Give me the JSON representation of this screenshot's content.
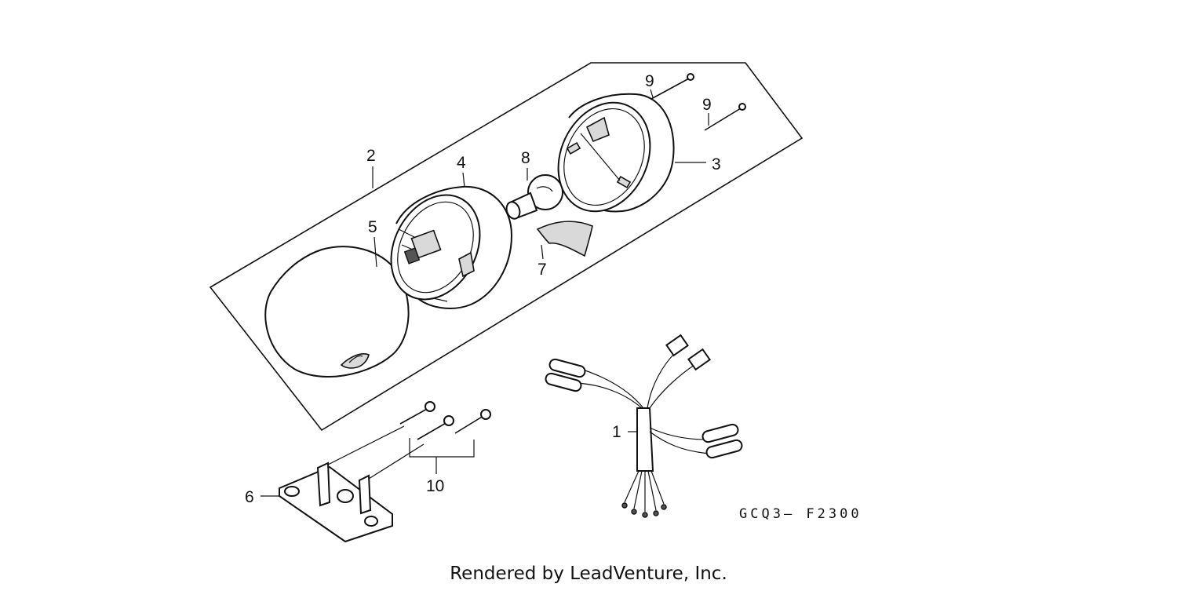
{
  "diagram": {
    "callouts": [
      {
        "id": "1",
        "label": "1"
      },
      {
        "id": "2",
        "label": "2"
      },
      {
        "id": "3",
        "label": "3"
      },
      {
        "id": "4",
        "label": "4"
      },
      {
        "id": "5",
        "label": "5"
      },
      {
        "id": "6",
        "label": "6"
      },
      {
        "id": "7",
        "label": "7"
      },
      {
        "id": "8",
        "label": "8"
      },
      {
        "id": "9a",
        "label": "9"
      },
      {
        "id": "9b",
        "label": "9"
      },
      {
        "id": "10",
        "label": "10"
      }
    ],
    "diagram_code": "GCQ3– F2300",
    "footer": "Rendered by LeadVenture, Inc."
  }
}
